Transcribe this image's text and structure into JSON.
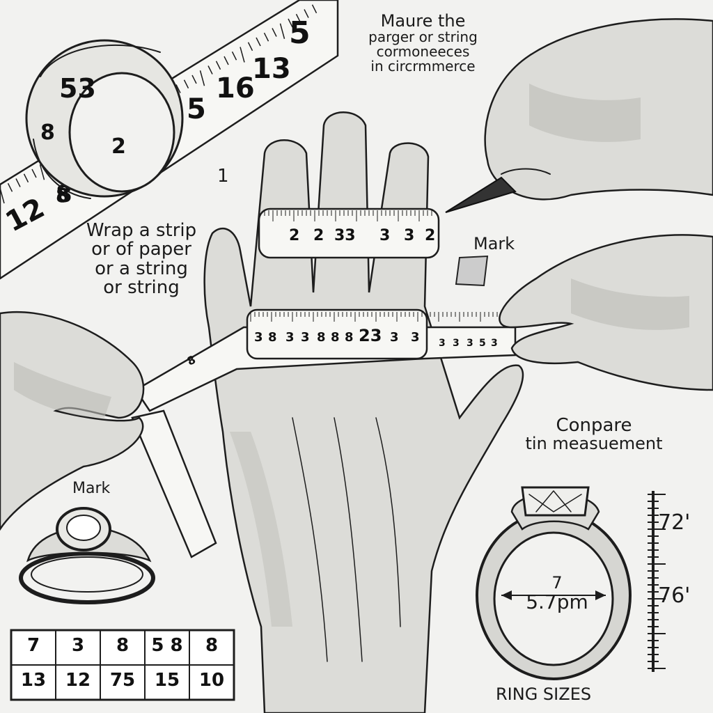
{
  "labels": {
    "top_right": [
      "Maure the",
      "parger or string",
      "cormoneeces",
      "in circrmmerce"
    ],
    "wrap": [
      "Wrap a strip",
      "or of paper",
      "or a string",
      "or  string"
    ],
    "mark_right": "Mark",
    "mark_left": "Mark",
    "compare": [
      "Conpare",
      "tin measuement"
    ],
    "step_one": "1",
    "ring_sizes": "RING SIZES",
    "ring_inner": [
      "7",
      "5.7pm"
    ],
    "ring_scale": [
      "72'",
      "76'"
    ]
  },
  "top_tape_numbers": [
    "5",
    "16",
    "13",
    "5",
    "12",
    "8"
  ],
  "rolled_ring_numbers": [
    "53",
    "8",
    "2",
    "8"
  ],
  "finger_tape_numbers": [
    "2",
    "2",
    "33",
    "3",
    "3",
    "2"
  ],
  "hand_tape_numbers": [
    "3",
    "8",
    "3",
    "3",
    "8",
    "8",
    "8",
    "23",
    "3",
    "3",
    "3",
    "3",
    "3",
    "5",
    "3",
    "8"
  ],
  "bottom_chart": {
    "top_row": [
      "7",
      "3",
      "8",
      "5 8",
      "8"
    ],
    "bottom_row": [
      "13",
      "12",
      "75",
      "15",
      "10"
    ]
  },
  "colors": {
    "ink": "#1d1d1d",
    "paper": "#f2f2f0",
    "skin": "#dcdcd8",
    "shade": "#bdbdb8"
  }
}
